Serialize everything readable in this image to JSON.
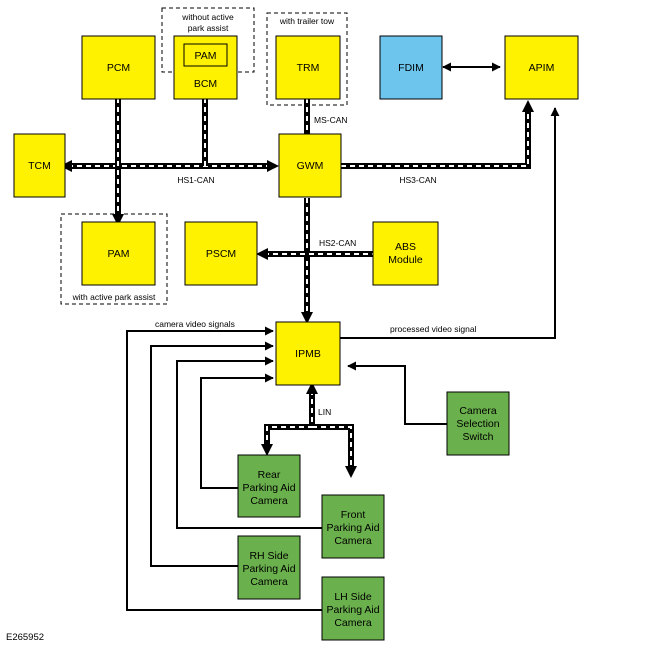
{
  "colors": {
    "module": "#fff200",
    "camera": "#6ab04c",
    "fdim": "#6dc5ee",
    "line": "#000000",
    "bus_inner": "#ffffff"
  },
  "modules": {
    "pcm": "PCM",
    "bcm": "BCM",
    "pam_in_bcm": "PAM",
    "trm": "TRM",
    "fdim": "FDIM",
    "apim": "APIM",
    "tcm": "TCM",
    "gwm": "GWM",
    "pam": "PAM",
    "pscm": "PSCM",
    "abs": [
      "ABS",
      "Module"
    ],
    "ipmb": "IPMB",
    "camera_switch": [
      "Camera",
      "Selection",
      "Switch"
    ],
    "rear_camera": [
      "Rear",
      "Parking Aid",
      "Camera"
    ],
    "front_camera": [
      "Front",
      "Parking Aid",
      "Camera"
    ],
    "rh_camera": [
      "RH Side",
      "Parking Aid",
      "Camera"
    ],
    "lh_camera": [
      "LH Side",
      "Parking Aid",
      "Camera"
    ]
  },
  "notes": {
    "without_pa": [
      "without  active",
      "park assist"
    ],
    "trailer_tow": "with trailer tow",
    "with_pa": "with active park assist"
  },
  "buses": {
    "hs1": "HS1-CAN",
    "hs2": "HS2-CAN",
    "hs3": "HS3-CAN",
    "ms": "MS-CAN",
    "lin": "LIN"
  },
  "signals": {
    "camera_video": "camera video signals",
    "processed_video": "processed video signal"
  },
  "ref_code": "E265952"
}
